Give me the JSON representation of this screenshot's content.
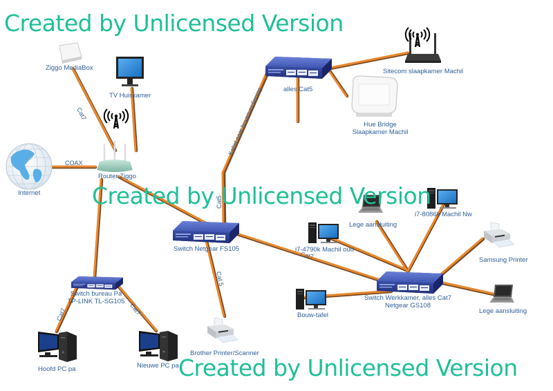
{
  "watermarks": [
    "Created by Unlicensed Version",
    "Created by Unlicensed Version",
    "Created by Unlicensed Version"
  ],
  "colors": {
    "cable": "#e8892f",
    "cable_shadow": "#7a4a22",
    "label": "#2f5f96",
    "watermark": "#1fbf98",
    "switch_body": "#3b4fa8"
  },
  "nodes": {
    "ziggo_mediabox": {
      "label": "Ziggo MediaBox",
      "icon": "set-top-box-icon"
    },
    "tv_huiskamer": {
      "label": "TV Huiskamer",
      "icon": "monitor-icon"
    },
    "internet": {
      "label": "Internet",
      "icon": "globe-icon"
    },
    "router_ziggo": {
      "label": "Router Ziggo",
      "icon": "wireless-router-icon"
    },
    "switch_cat5": {
      "label": "alles Cat5",
      "icon": "network-switch-icon"
    },
    "sitecom": {
      "label": "Sitecom slaapkamer Machil",
      "icon": "wireless-router-icon"
    },
    "hue_bridge": {
      "label_line1": "Hue Bridge",
      "label_line2": "Slaapkamer Machil",
      "icon": "hub-icon"
    },
    "switch_fs105": {
      "label": "Switch Netgear FS105",
      "icon": "network-switch-icon"
    },
    "switch_bureau": {
      "label_line1": "Switch bureau Pa",
      "label_line2": "TP-LINK TL-SG105",
      "icon": "network-switch-icon"
    },
    "hoofd_pc": {
      "label": "Hoofd PC pa",
      "icon": "desktop-pc-icon"
    },
    "nieuwe_pc": {
      "label": "Nieuwe PC pa",
      "icon": "desktop-pc-icon"
    },
    "brother_printer": {
      "label": "Brother Printer/Scanner",
      "icon": "printer-icon"
    },
    "i7_4790k": {
      "label": "i7-4790k Machil oud",
      "icon": "desktop-pc-icon"
    },
    "lege_top": {
      "label": "Lege aansluiting",
      "icon": "laptop-icon"
    },
    "i7_8086k": {
      "label": "i7-8086k Machil Nw",
      "icon": "desktop-pc-icon"
    },
    "samsung_printer": {
      "label": "Samsung Printer",
      "icon": "printer-icon"
    },
    "switch_gs108": {
      "label_line1": "Switch Werkkamer, alles Cat7",
      "label_line2": "Netgear GS108",
      "icon": "network-switch-icon"
    },
    "bouw_tafel": {
      "label": "Bouw-tafel",
      "icon": "desktop-pc-icon"
    },
    "lege_right": {
      "label": "Lege aansluiting",
      "icon": "laptop-icon"
    }
  },
  "edge_labels": {
    "mediabox_router": "Cat7",
    "internet_router": "COAX",
    "fs105_cat5switch": "Kabel naar bovenverdieping",
    "router_fs105": "Cat5",
    "fs105_brother": "Cat 5",
    "fs105_gs108": "Cat7",
    "bureau_hoofdpc": "Cat7",
    "bureau_nieuwepc": "Cat7"
  }
}
